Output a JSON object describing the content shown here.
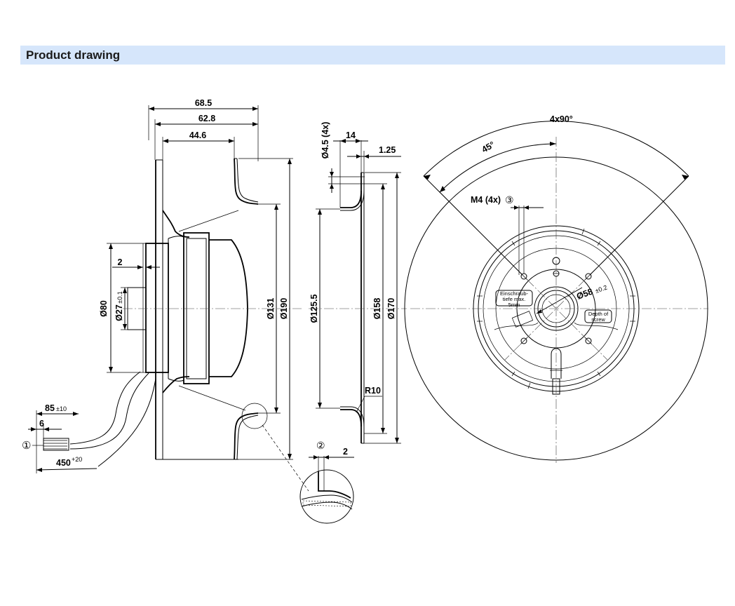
{
  "header": {
    "title": "Product drawing"
  },
  "side_view": {
    "width_total": "68.5",
    "width_mid": "62.8",
    "width_inner": "44.6",
    "offset": "2",
    "dia_80": "Ø80",
    "dia_27": "Ø27",
    "dia_27_tol": "±0.1",
    "dia_131": "Ø131",
    "dia_190": "Ø190",
    "cable_85": "85",
    "cable_85_tol": "±10",
    "cable_6": "6",
    "cable_450": "450",
    "cable_450_tol": "+20",
    "marker_1": "①"
  },
  "section_view": {
    "hole_label": "Ø4.5 (4x)",
    "dim_14": "14",
    "dim_125": "1.25",
    "dia_1255": "Ø125.5",
    "dia_158": "Ø158",
    "dia_170": "Ø170",
    "radius": "R10",
    "marker_2": "②",
    "detail_2": "2"
  },
  "front_view": {
    "angle_4x90": "4x90°",
    "angle_45": "45°",
    "thread_label": "M4 (4x)",
    "marker_3": "③",
    "dia_58": "Ø58",
    "dia_58_tol": "±0.2",
    "note_de_1": "Einschraub-",
    "note_de_2": "tiefe max.",
    "note_de_3": "5mm",
    "note_en_1": "Depth of",
    "note_en_2": "screw"
  }
}
